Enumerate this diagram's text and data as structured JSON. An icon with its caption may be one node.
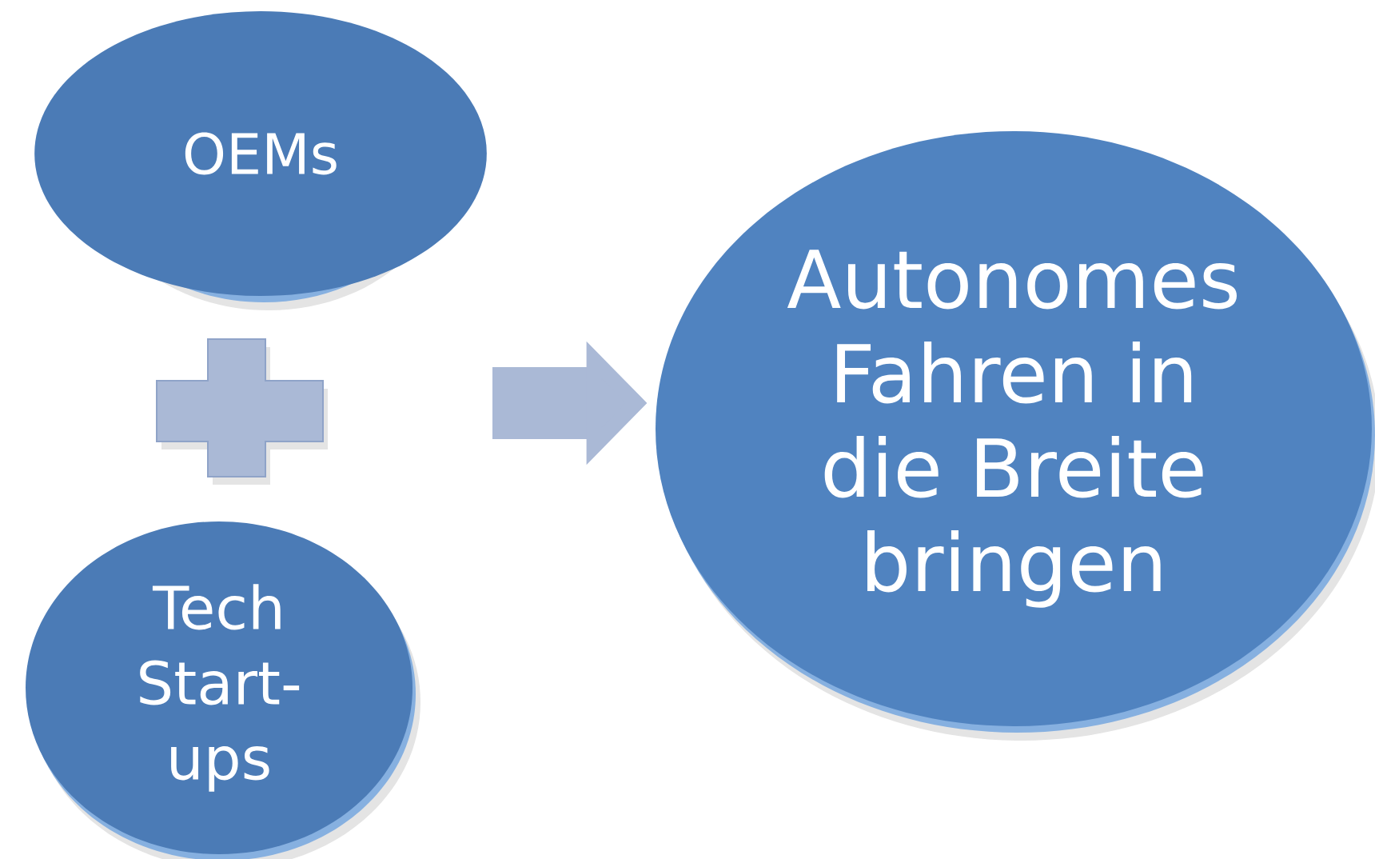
{
  "diagram": {
    "nodes": [
      {
        "text": [
          "OEMs"
        ]
      },
      {
        "text": [
          "Tech Start-ups"
        ]
      },
      {
        "text": [
          "Autonomes Fahren in die Breite bringen"
        ]
      }
    ],
    "edges": [
      {
        "from": null,
        "to": 2,
        "arrow": "to"
      }
    ]
  }
}
